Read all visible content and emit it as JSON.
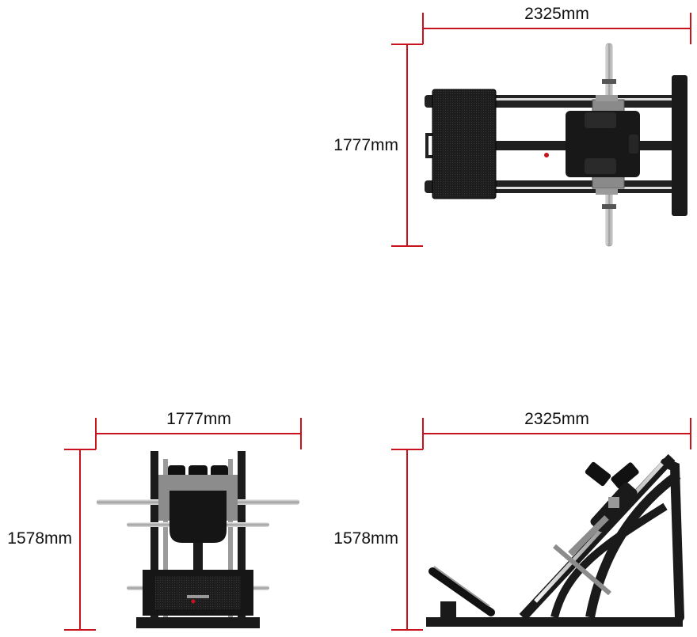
{
  "views": {
    "top": {
      "name": "top-view",
      "width_label": "2325mm",
      "height_label": "1777mm"
    },
    "front": {
      "name": "front-view",
      "width_label": "1777mm",
      "height_label": "1578mm"
    },
    "side": {
      "name": "side-view",
      "width_label": "2325mm",
      "height_label": "1578mm"
    }
  },
  "colors": {
    "dimension_line": "#c8121e",
    "frame": "#1a1a1a",
    "steel": "#8a8a8a",
    "pad": "#2b2b2b"
  }
}
